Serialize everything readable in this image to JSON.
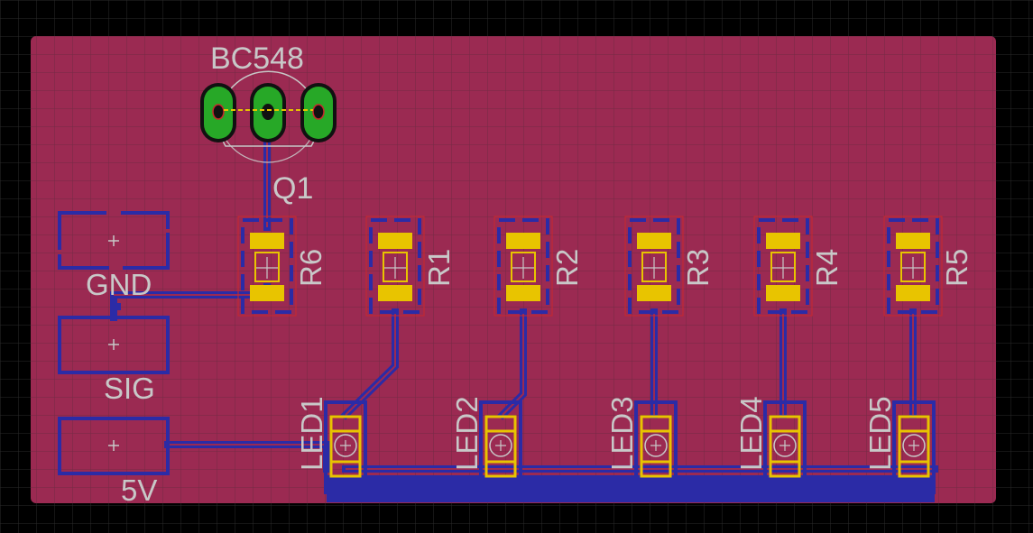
{
  "colors": {
    "background": "#000000",
    "grid": "#2a2a2a",
    "board": "#9b2a52",
    "copper_bottom": "#2b2ba6",
    "smd_pad": "#e8c400",
    "via_pad": "#27a827",
    "silkscreen": "#c8c8c8",
    "outline_red": "#c8282d"
  },
  "transistor": {
    "package": "BC548",
    "designator": "Q1"
  },
  "connectors": [
    {
      "label": "GND"
    },
    {
      "label": "SIG"
    },
    {
      "label": "5V"
    }
  ],
  "resistors": [
    {
      "designator": "R6"
    },
    {
      "designator": "R1"
    },
    {
      "designator": "R2"
    },
    {
      "designator": "R3"
    },
    {
      "designator": "R4"
    },
    {
      "designator": "R5"
    }
  ],
  "leds": [
    {
      "designator": "LED1"
    },
    {
      "designator": "LED2"
    },
    {
      "designator": "LED3"
    },
    {
      "designator": "LED4"
    },
    {
      "designator": "LED5"
    }
  ]
}
